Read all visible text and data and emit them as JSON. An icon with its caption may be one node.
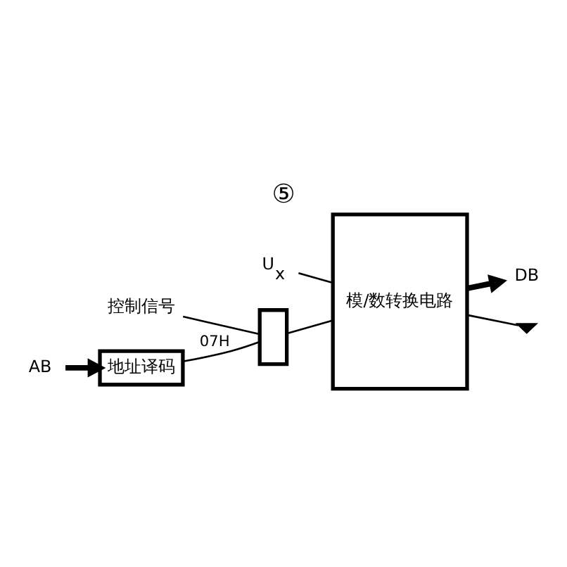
{
  "diagram": {
    "title": "⑤",
    "nodes": [
      {
        "text": [
          "地址译码"
        ]
      },
      {
        "text": [],
        "shape": "box"
      },
      {
        "text": [
          "模/数转换电路"
        ]
      },
      {
        "text": [
          "AB"
        ]
      },
      {
        "text": [
          "控制信号"
        ]
      },
      {
        "text": [
          "DB"
        ]
      },
      {
        "text": [],
        "shape": "ground"
      },
      {
        "text": [
          "U$_{x}$"
        ]
      }
    ],
    "edges": [
      {
        "from": 0,
        "to": 1,
        "arrow": "none",
        "label": "07H"
      },
      {
        "from": 4,
        "to": 1,
        "arrow": "none"
      },
      {
        "from": 1,
        "to": 2,
        "arrow": "none"
      },
      {
        "from": 3,
        "to": 0,
        "arrow": "to",
        "style": "thick"
      },
      {
        "from": 2,
        "to": 5,
        "arrow": "to",
        "style": "thick"
      },
      {
        "from": 2,
        "to": 6,
        "arrow": "none"
      },
      {
        "from": 7,
        "to": 2,
        "arrow": "none"
      }
    ]
  }
}
